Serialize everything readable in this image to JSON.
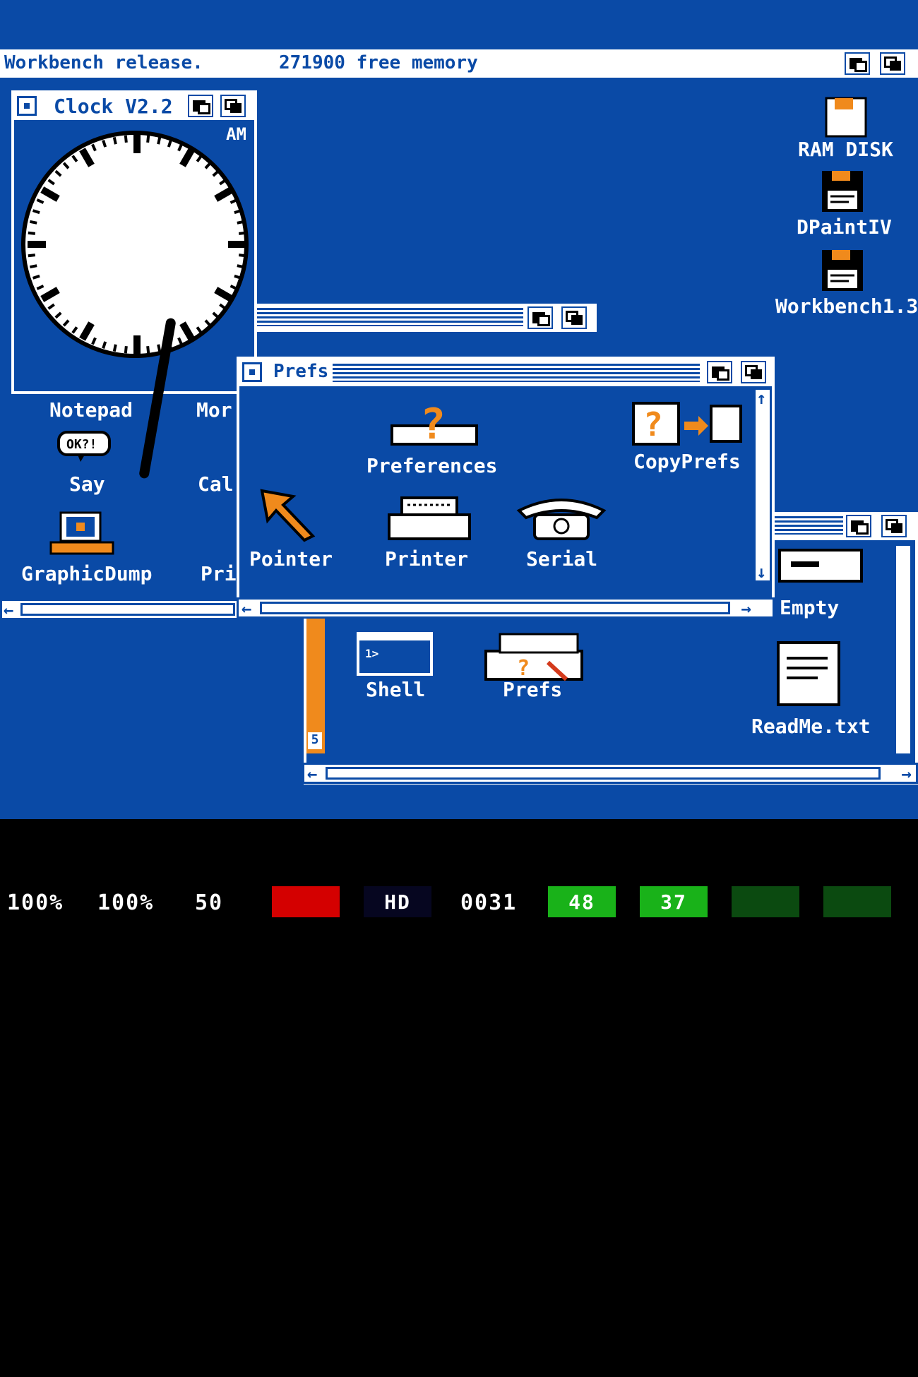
{
  "screen_title": {
    "release": "Workbench release.",
    "memory": "271900 free memory"
  },
  "clock_window": {
    "title": "Clock  V2.2",
    "ampm": "AM"
  },
  "prefs_window": {
    "title": "Prefs",
    "icons": [
      "Preferences",
      "CopyPrefs",
      "Pointer",
      "Printer",
      "Serial"
    ]
  },
  "left_window_icons": [
    "Notepad",
    "Say",
    "GraphicDump"
  ],
  "left_window_partial": [
    "Mor",
    "Cal",
    "Pri"
  ],
  "workbench_window_icons": [
    "Shell",
    "Prefs"
  ],
  "right_window_icons": [
    "Empty",
    "ReadMe.txt"
  ],
  "desktop_icons": [
    "RAM DISK",
    "DPaintIV",
    "Workbench1.3"
  ],
  "partial_window_number": "5",
  "status_bar": {
    "cpu": "100%",
    "speed": "100%",
    "fps": "50",
    "hd": "HD",
    "drive_track": "0031",
    "df0": "48",
    "df1": "37"
  },
  "colors": {
    "workbench_blue": "#0a4aa6",
    "accent_orange": "#f08a1c",
    "led_power": "#d40000",
    "led_drive_on": "#19b219",
    "led_drive_off": "#0b4a10"
  }
}
